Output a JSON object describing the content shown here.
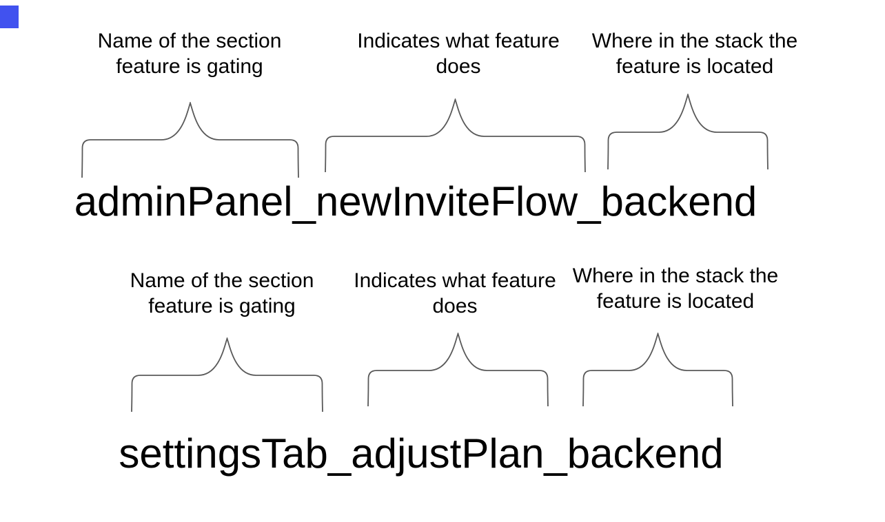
{
  "page": {
    "background_color": "#ffffff",
    "text_color": "#000000"
  },
  "decor": {
    "blue_square_color": "#4152ef"
  },
  "brace": {
    "color": "#595959"
  },
  "groups": [
    {
      "flag_name": "adminPanel_newInviteFlow_backend",
      "annotations": [
        {
          "lines": [
            "Name of the section",
            "feature is gating"
          ]
        },
        {
          "lines": [
            "Indicates what feature",
            "does"
          ]
        },
        {
          "lines": [
            "Where in the stack the",
            "feature is located"
          ]
        }
      ]
    },
    {
      "flag_name": "settingsTab_adjustPlan_backend",
      "annotations": [
        {
          "lines": [
            "Name of the section",
            "feature is gating"
          ]
        },
        {
          "lines": [
            "Indicates what feature",
            "does"
          ]
        },
        {
          "lines": [
            "Where in the stack the",
            "feature is located"
          ]
        }
      ]
    }
  ]
}
